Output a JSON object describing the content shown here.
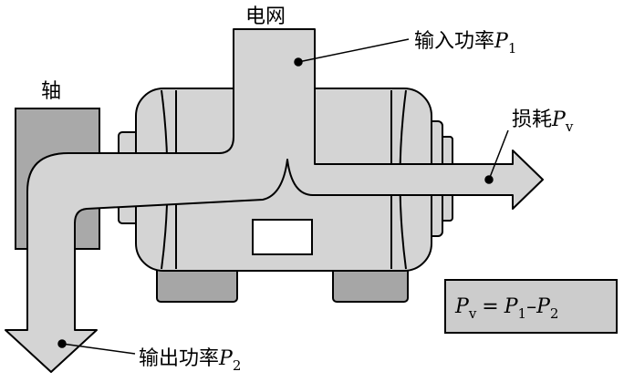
{
  "labels": {
    "grid": "电网",
    "shaft": "轴",
    "input_power_text": "输入功率",
    "input_power_symbol": "P",
    "input_power_sub": "1",
    "loss_text": "损耗",
    "loss_symbol": "P",
    "loss_sub": "v",
    "output_power_text": "输出功率",
    "output_power_symbol": "P",
    "output_power_sub": "2"
  },
  "formula": {
    "lhs_symbol": "P",
    "lhs_sub": "v",
    "equals": "=",
    "term1_symbol": "P",
    "term1_sub": "1",
    "minus": "–",
    "term2_symbol": "P",
    "term2_sub": "2"
  },
  "colors": {
    "motor_fill": "#d4d4d4",
    "shaft_fill": "#a9a9a9",
    "feet_fill": "#a6a6a6",
    "formula_box_fill": "#cccccc",
    "window_fill": "#ffffff",
    "stroke": "#000000"
  }
}
